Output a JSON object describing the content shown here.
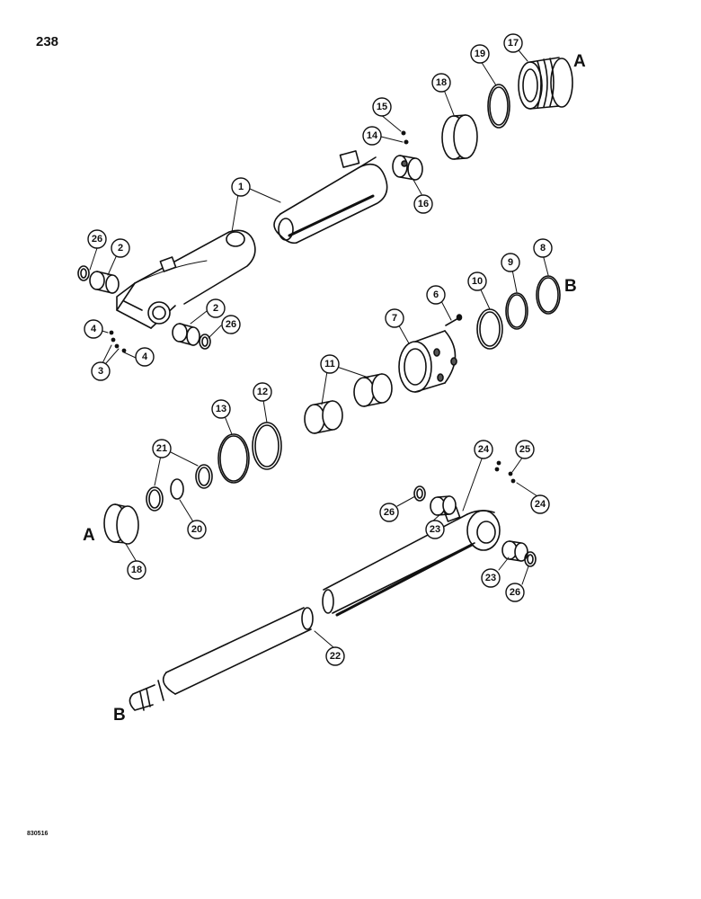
{
  "page_number": "238",
  "figure_code": "830516",
  "section_markers": {
    "a_top": "A",
    "b_right": "B",
    "a_left": "A",
    "b_bottom": "B"
  },
  "callouts": {
    "c1": "1",
    "c2a": "2",
    "c2b": "2",
    "c3": "3",
    "c4a": "4",
    "c4b": "4",
    "c6": "6",
    "c7": "7",
    "c8": "8",
    "c9": "9",
    "c10": "10",
    "c11": "11",
    "c12": "12",
    "c13": "13",
    "c14": "14",
    "c15": "15",
    "c16": "16",
    "c17": "17",
    "c18a": "18",
    "c18b": "18",
    "c19": "19",
    "c20": "20",
    "c21": "21",
    "c22": "22",
    "c23a": "23",
    "c23b": "23",
    "c24a": "24",
    "c24b": "24",
    "c25": "25",
    "c26a": "26",
    "c26b": "26",
    "c26c": "26",
    "c26d": "26"
  },
  "colors": {
    "ink": "#111111",
    "paper": "#ffffff",
    "shade": "#555555"
  }
}
